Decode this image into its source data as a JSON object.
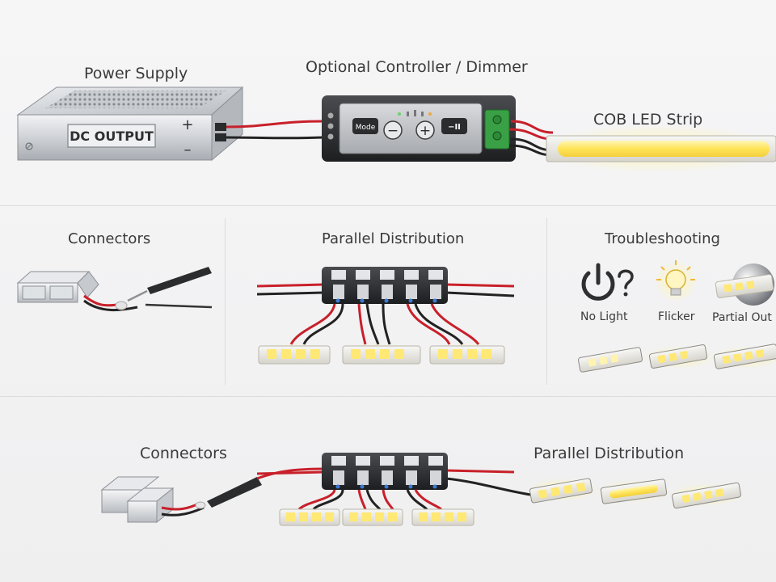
{
  "top": {
    "power_supply_label": "Power Supply",
    "dc_output_text": "DC OUTPUT",
    "plus_sign": "+",
    "minus_sign": "–",
    "controller_label": "Optional Controller / Dimmer",
    "mode_button": "Mode",
    "dim_down": "−",
    "dim_up": "+",
    "play_pause": "−II",
    "cob_strip_label": "COB LED Strip"
  },
  "middle": {
    "connectors_label": "Connectors",
    "parallel_label": "Parallel Distribution",
    "troubleshooting_label": "Troubleshooting",
    "issues": [
      "No Light",
      "Flicker",
      "Partial Out"
    ]
  },
  "bottom": {
    "connectors_label": "Connectors",
    "parallel_label": "Parallel Distribution"
  },
  "colors": {
    "wire_red": "#c8202a",
    "wire_black": "#222222",
    "led_glow": "#ffe873",
    "led_warm": "#f5d35a"
  },
  "icons": [
    "power-icon",
    "question-icon",
    "bulb-icon",
    "partial-strip-icon",
    "solder-iron-icon",
    "terminal-block-icon"
  ]
}
